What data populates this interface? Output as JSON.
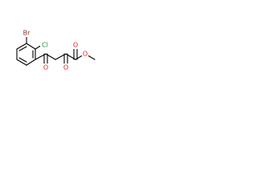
{
  "molecule": {
    "atoms": {
      "br": {
        "label": "Br",
        "color": "#8b2f1f"
      },
      "cl": {
        "label": "Cl",
        "color": "#2f8f2f"
      },
      "o_ketone1": {
        "label": "O",
        "color": "#e02020"
      },
      "o_ketone2": {
        "label": "O",
        "color": "#e02020"
      },
      "o_ester_carbonyl": {
        "label": "O",
        "color": "#e02020"
      },
      "o_ester": {
        "label": "O",
        "color": "#e02020"
      }
    },
    "bond_color": "#000000"
  }
}
